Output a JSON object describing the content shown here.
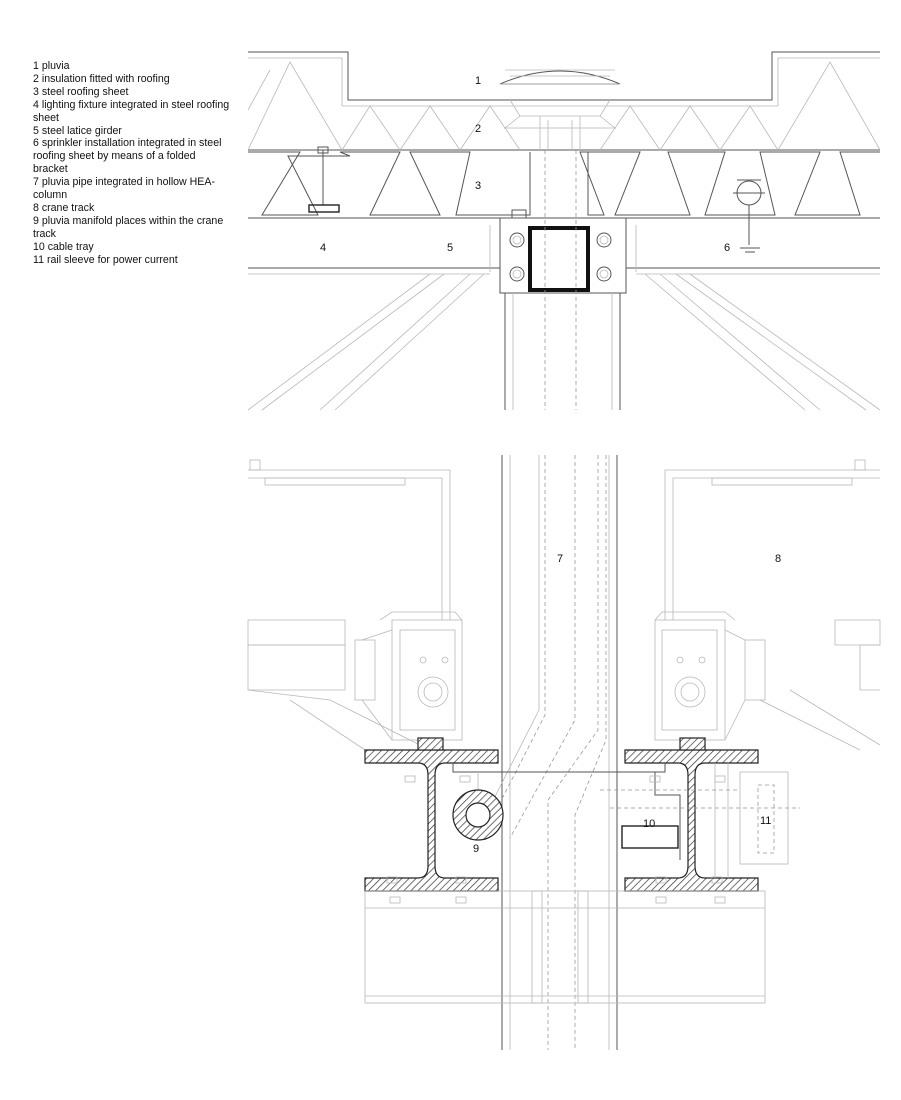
{
  "legend": [
    "1 pluvia",
    "2 insulation fitted with roofing",
    "3 steel roofing sheet",
    "4 lighting fixture integrated in steel roofing sheet",
    "5 steel latice girder",
    "6 sprinkler installation integrated in steel roofing sheet by means of a folded bracket",
    "7 pluvia pipe integrated in hollow HEA-column",
    "8 crane track",
    "9 pluvia manifold places within the crane track",
    "10 cable tray",
    "11 rail sleeve for power current"
  ],
  "callouts": [
    "1",
    "2",
    "3",
    "4",
    "5",
    "6",
    "7",
    "8",
    "9",
    "10",
    "11"
  ]
}
